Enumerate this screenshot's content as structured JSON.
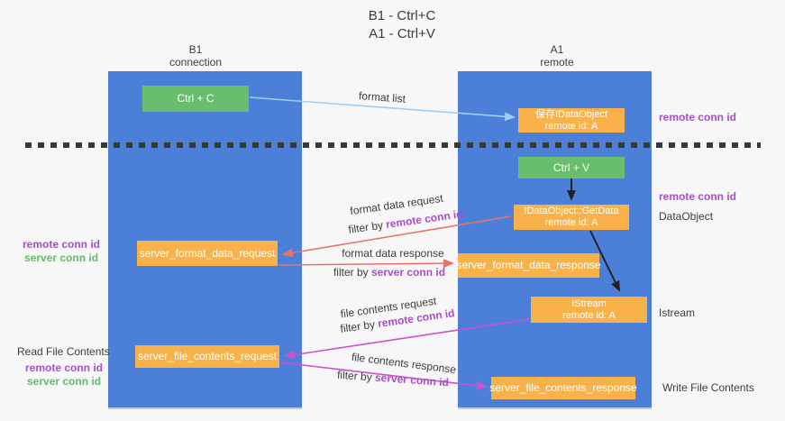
{
  "title": {
    "line1": "B1 - Ctrl+C",
    "line2": "A1 - Ctrl+V"
  },
  "lanes": {
    "left": {
      "name": "B1",
      "sub": "connection"
    },
    "right": {
      "name": "A1",
      "sub": "remote"
    }
  },
  "nodes": {
    "ctrl_c": {
      "label": "Ctrl + C"
    },
    "save_idataobject": {
      "line1": "保存IDataObject",
      "line2": "remote id: A"
    },
    "ctrl_v": {
      "label": "Ctrl + V"
    },
    "getdata": {
      "line1": "IDataObject::GetData",
      "line2": "remote id: A"
    },
    "server_format_data_request": {
      "label": "server_format_data_request"
    },
    "server_format_data_response": {
      "label": "server_format_data_response"
    },
    "istream": {
      "line1": "IStream",
      "line2": "remote id: A"
    },
    "server_file_contents_request": {
      "label": "server_file_contents_request"
    },
    "server_file_contents_response": {
      "label": "server_file_contents_response"
    }
  },
  "edge_labels": {
    "format_list": "format list",
    "format_data_request": "format data request",
    "format_data_response": "format data response",
    "file_contents_request": "file contents request",
    "file_contents_response": "file contents response",
    "filter_by": "filter by",
    "remote_conn_id": "remote conn id",
    "server_conn_id": "server conn id"
  },
  "side_labels": {
    "remote_conn_id": "remote conn id",
    "server_conn_id": "server conn id",
    "dataobject": "DataObject",
    "istream": "Istream",
    "read_file_contents": "Read File Contents",
    "write_file_contents": "Write File Contents"
  },
  "colors": {
    "background": "#f7f7f7",
    "lane_blue": "#4c80d8",
    "box_green": "#68be6c",
    "box_orange": "#f9b24a",
    "arrow_light_blue": "#9ecff2",
    "arrow_red": "#e8726b",
    "arrow_magenta": "#cc52cc",
    "arrow_black": "#222222",
    "text_purple": "#a74fc8",
    "text_green": "#66b96a",
    "dashed_line": "#383838"
  }
}
